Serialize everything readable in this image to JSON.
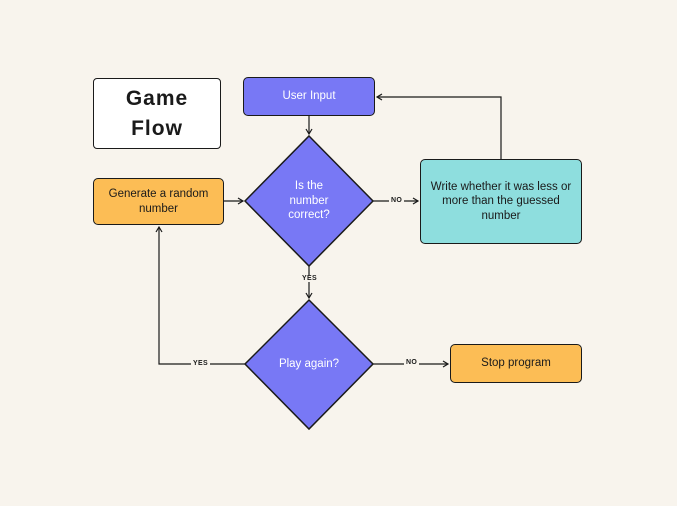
{
  "title": {
    "line1": "Game",
    "line2": "Flow"
  },
  "nodes": {
    "user_input": "User Input",
    "is_correct": {
      "line1": "Is the",
      "line2": "number",
      "line3": "correct?"
    },
    "generate": "Generate a random number",
    "write_hint": "Write whether it was less or more than the guessed number",
    "play_again": "Play again?",
    "stop": "Stop program"
  },
  "edges": {
    "correct_no": "NO",
    "correct_yes": "YES",
    "again_yes": "YES",
    "again_no": "NO"
  },
  "colors": {
    "background": "#f8f4ed",
    "process_purple": "#7878f5",
    "process_orange": "#fcbd55",
    "process_teal": "#8edede",
    "stroke": "#1a1a1a"
  }
}
